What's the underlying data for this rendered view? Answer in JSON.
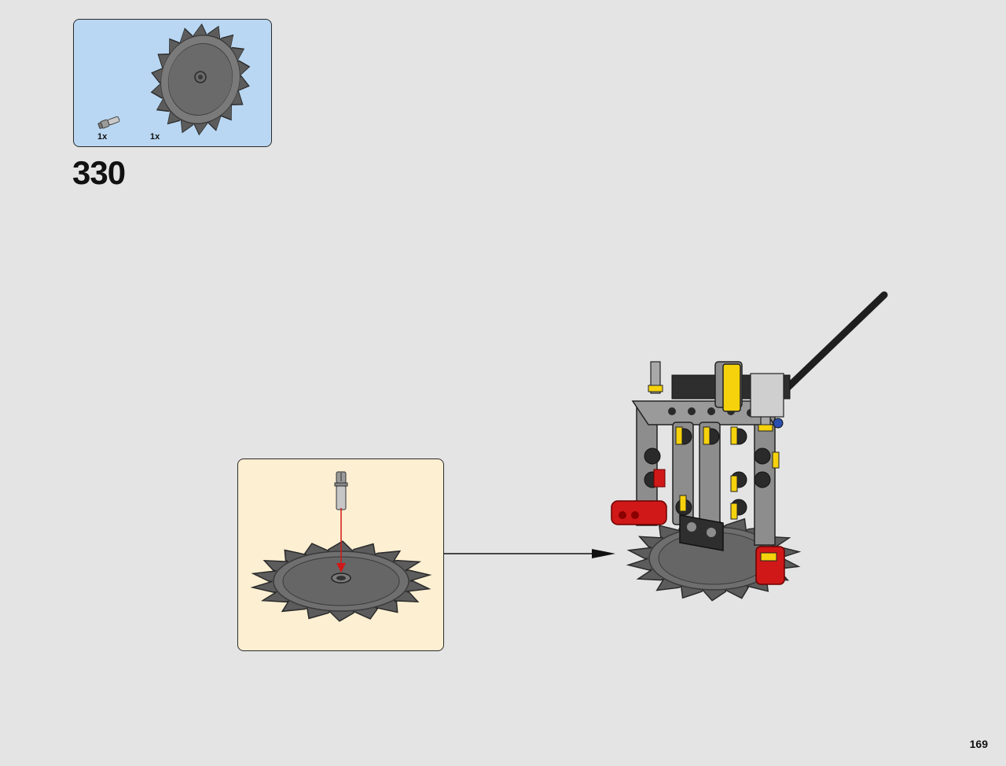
{
  "step": {
    "number": "330"
  },
  "parts": [
    {
      "name": "friction-pin-with-axle",
      "qty": "1x"
    },
    {
      "name": "saw-blade",
      "qty": "1x"
    }
  ],
  "page": {
    "number": "169"
  },
  "colors": {
    "parts_bg": "#b9d7f2",
    "substep_bg": "#fdefd2",
    "page_bg": "#e4e4e4",
    "blade_dark": "#5a5a5a",
    "red_part": "#d01818",
    "yellow_part": "#f5d20c",
    "insert_arrow": "#d01818"
  }
}
